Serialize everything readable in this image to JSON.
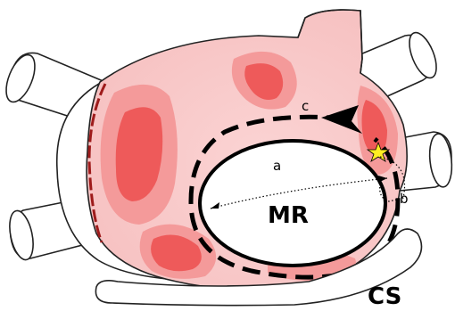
{
  "labels": {
    "mitral_ring": "MR",
    "coronary_sinus": "CS",
    "dimension_a": "a",
    "dimension_b": "b",
    "dimension_c": "c"
  },
  "colors": {
    "tissue_base": "#f8c8c8",
    "tissue_mid": "#f49a9a",
    "tissue_core": "#ee5a5a",
    "scar_line": "#9e1b1b",
    "ablation_path": "#000000",
    "star_marker": "#ffee22",
    "vessel_fill": "#ffffff",
    "outline": "#222222"
  },
  "icons": {
    "start_point": "star-icon",
    "direction": "arrowhead-icon"
  }
}
